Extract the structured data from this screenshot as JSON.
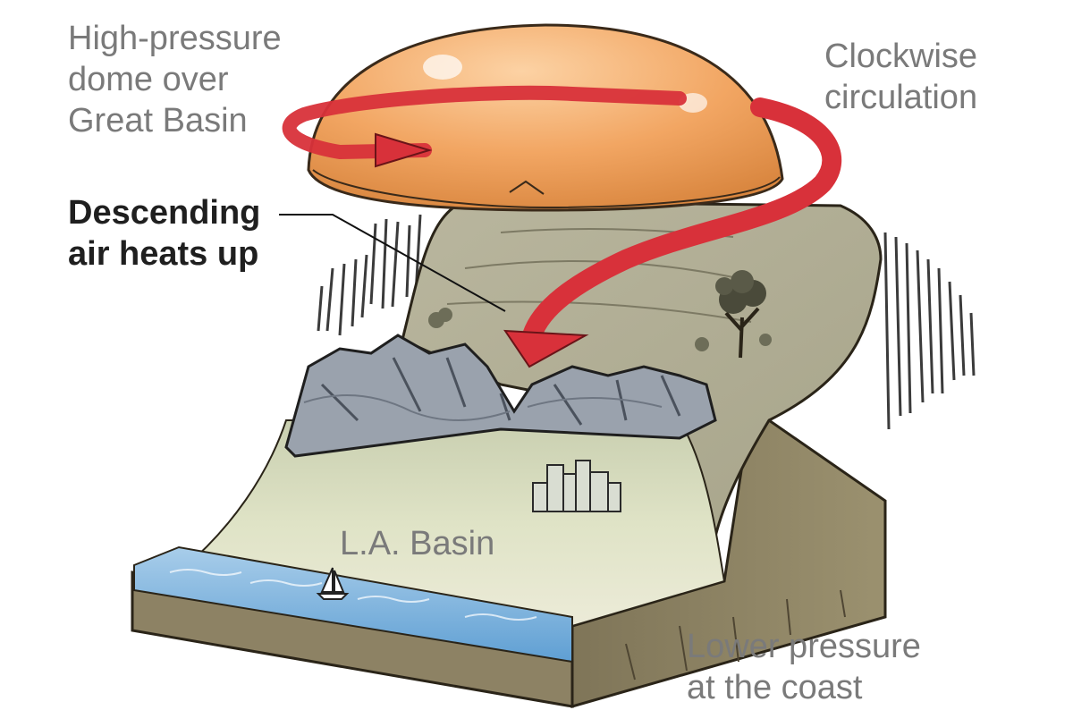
{
  "labels": {
    "high_pressure": [
      "High-pressure",
      "dome over",
      "Great Basin"
    ],
    "clockwise": [
      "Clockwise",
      "circulation"
    ],
    "descending": [
      "Descending",
      "air heats up"
    ],
    "la_basin": "L.A. Basin",
    "lower_pressure": [
      "Lower pressure",
      "at the coast"
    ]
  },
  "colors": {
    "label_gray": "#7a7a7a",
    "label_bold": "#1f1f1f",
    "dome_orange": "#f2a663",
    "arrow_red": "#d8313a",
    "ocean_blue": "#7fb4de",
    "earth_brown": "#8d8264",
    "basin_green": "#dfe3c6",
    "mountain_gray": "#8f97a3"
  }
}
